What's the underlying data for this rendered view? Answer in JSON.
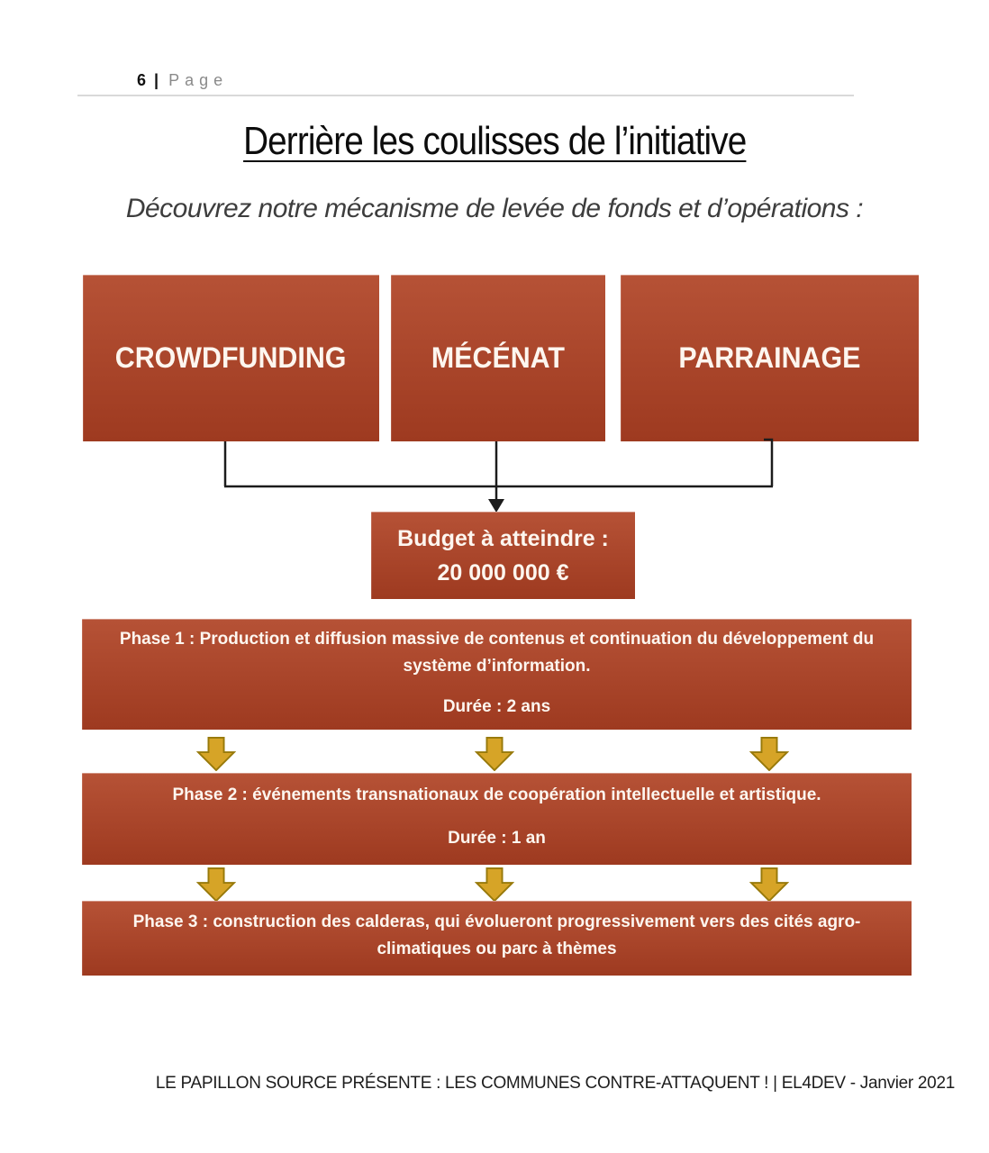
{
  "header": {
    "page_number": "6",
    "separator": "|",
    "page_label": "Page"
  },
  "title": "Derrière les coulisses de l’initiative",
  "subtitle": "Découvrez notre mécanisme de levée de fonds et d’opérations :",
  "funding_sources": [
    {
      "label": "CROWDFUNDING"
    },
    {
      "label": "MÉCÉNAT"
    },
    {
      "label": "PARRAINAGE"
    }
  ],
  "budget": {
    "line1": "Budget à atteindre :",
    "line2": "20 000 000 €"
  },
  "phases": [
    {
      "text": "Phase 1 : Production et diffusion massive de contenus et continuation du développement du système d’information.",
      "duration": "Durée : 2 ans"
    },
    {
      "text": "Phase 2 : événements transnationaux de coopération intellectuelle et artistique.",
      "duration": "Durée : 1 an"
    },
    {
      "text": "Phase 3 : construction des calderas, qui évolueront progressivement vers des cités agro-climatiques ou parc à thèmes",
      "duration": ""
    }
  ],
  "footer": "LE PAPILLON SOURCE PRÉSENTE : LES COMMUNES CONTRE-ATTAQUENT ! | EL4DEV - Janvier 2021",
  "colors": {
    "box_top": "#b65236",
    "box_bottom": "#9e3a20",
    "box_text": "#fdf6ef",
    "arrow_fill": "#d6a427",
    "arrow_stroke": "#97790a",
    "connector": "#1c1c1c"
  }
}
